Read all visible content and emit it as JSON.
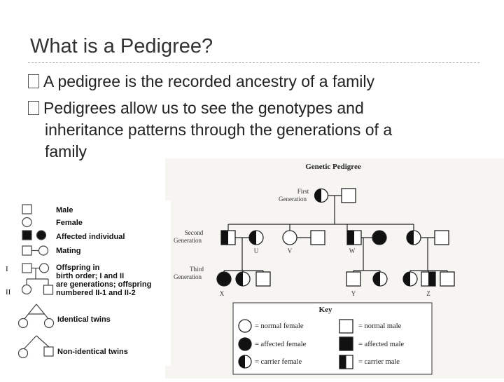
{
  "slide": {
    "title": "What is a Pedigree?",
    "bullets": [
      {
        "line1": "A pedigree is the recorded ancestry of a family",
        "line2": ""
      },
      {
        "line1": "Pedigrees allow us to see the genotypes and",
        "line2": "inheritance patterns through the generations of a",
        "line3": "family"
      }
    ]
  },
  "pedigree": {
    "title": "Genetic Pedigree",
    "generations": {
      "first": [
        "First",
        "Generation"
      ],
      "second": [
        "Second",
        "Generation"
      ],
      "third": [
        "Third",
        "Generation"
      ]
    },
    "individual_labels": [
      "U",
      "V",
      "W",
      "X",
      "Y",
      "Z"
    ],
    "key": {
      "title": "Key",
      "items": [
        {
          "symbol": "circle-empty-icon",
          "label": "= normal female"
        },
        {
          "symbol": "circle-filled-icon",
          "label": "= affected female"
        },
        {
          "symbol": "circle-half-icon",
          "label": "= carrier female"
        },
        {
          "symbol": "square-empty-icon",
          "label": "= normal male"
        },
        {
          "symbol": "square-filled-icon",
          "label": "= affected male"
        },
        {
          "symbol": "square-half-icon",
          "label": "= carrier male"
        }
      ]
    }
  },
  "legend": {
    "items": [
      {
        "lines": [
          "Male"
        ]
      },
      {
        "lines": [
          "Female"
        ]
      },
      {
        "lines": [
          "Affected individual"
        ]
      },
      {
        "lines": [
          "Mating"
        ]
      },
      {
        "lines": [
          "Offspring in",
          "birth order; I and II",
          "are generations; offspring",
          "numbered II-1 and II-2"
        ]
      },
      {
        "lines": [
          "Identical twins"
        ]
      },
      {
        "lines": [
          "Non-identical twins"
        ]
      }
    ],
    "roman": [
      "I",
      "II"
    ]
  }
}
